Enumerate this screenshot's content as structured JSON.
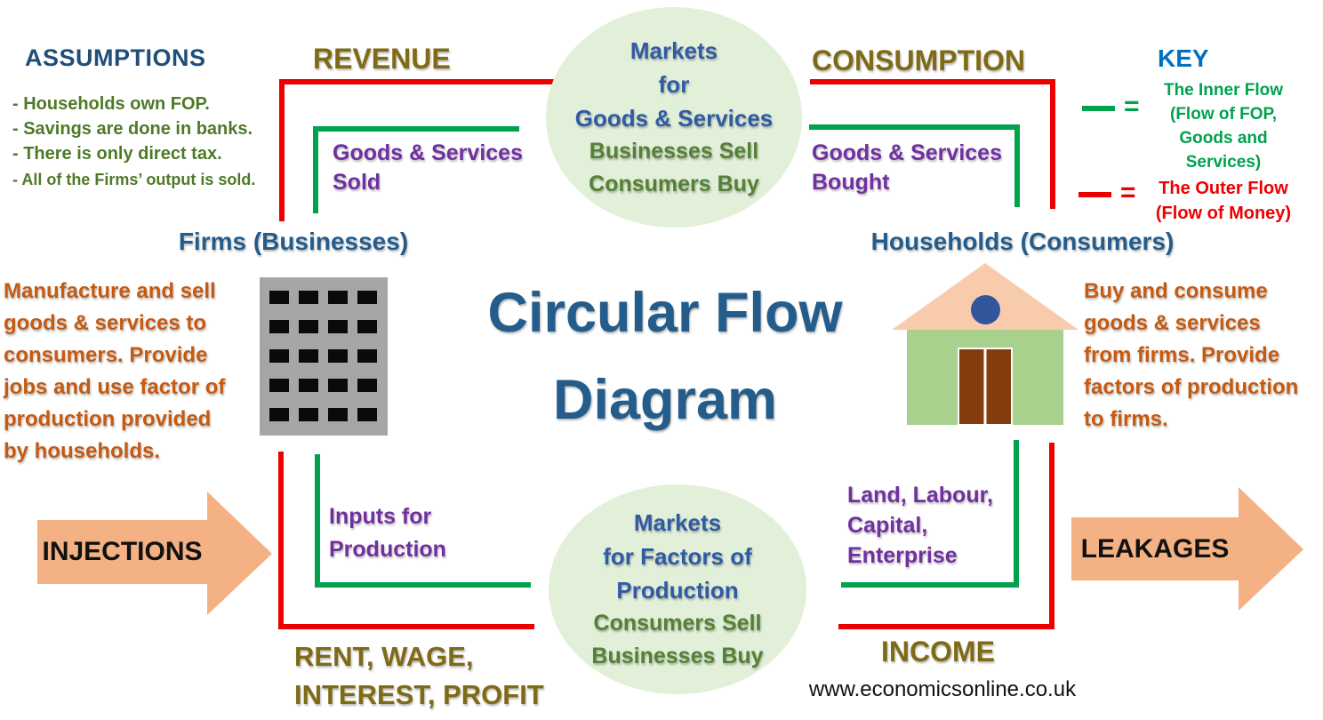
{
  "title": {
    "lines": [
      "Circular Flow",
      "Diagram"
    ]
  },
  "assumptions": {
    "heading": "ASSUMPTIONS",
    "items": [
      "- Households own FOP.",
      "- Savings are done in banks.",
      "- There is only direct tax.",
      "- All of the Firms’ output is sold."
    ]
  },
  "labels": {
    "revenue": "REVENUE",
    "consumption": "CONSUMPTION",
    "income": "INCOME",
    "injections": "INJECTIONS",
    "leakages": "LEAKAGES",
    "rent_lines": [
      "RENT, WAGE,",
      "INTEREST, PROFIT"
    ],
    "goods_sold_lines": [
      "Goods & Services",
      "Sold"
    ],
    "goods_bought_lines": [
      "Goods & Services",
      "Bought"
    ],
    "inputs_lines": [
      "Inputs for",
      "Production"
    ],
    "factors_lines": [
      "Land, Labour,",
      "Capital,",
      "Enterprise"
    ]
  },
  "markets": {
    "goods": {
      "title_lines": [
        "Markets",
        "for",
        "Goods & Services"
      ],
      "subtitle_lines": [
        "Businesses Sell",
        "Consumers Buy"
      ]
    },
    "factors": {
      "title_lines": [
        "Markets",
        "for Factors of",
        "Production"
      ],
      "subtitle_lines": [
        "Consumers Sell",
        "Businesses Buy"
      ]
    }
  },
  "firms": {
    "label": "Firms (Businesses)",
    "description_lines": [
      "Manufacture and sell",
      "goods & services to",
      "consumers. Provide",
      "jobs and use factor of",
      "production provided",
      "by households."
    ]
  },
  "households": {
    "label": "Households (Consumers)",
    "description_lines": [
      "Buy and consume",
      "goods & services",
      "from firms. Provide",
      "factors of production",
      "to firms."
    ]
  },
  "key": {
    "heading": "KEY",
    "equals": "=",
    "inner_lines": [
      "The Inner Flow",
      "(Flow of FOP,",
      "Goods and",
      "Services)"
    ],
    "outer_lines": [
      "The Outer Flow",
      "(Flow of Money)"
    ]
  },
  "footer": {
    "website": "www.economicsonline.co.uk"
  },
  "colors": {
    "outer_flow_red": "#EE0000",
    "inner_flow_green": "#00A24D",
    "money_label_gold": "#7F6A15",
    "real_flow_label_purple": "#7030A0",
    "heading_navy": "#1F4E79",
    "title_blue": "#245C8C",
    "ellipse_text_blue": "#2F5BA5",
    "ellipse_subtitle_green": "#538135",
    "assumption_green": "#4E7A27",
    "description_orange": "#C55A11",
    "market_ellipse_fill": "#E2EFD9",
    "big_arrow_peach": "#F4B183",
    "key_heading_blue": "#0070C0",
    "building_gray": "#A6A6A6",
    "house_roof_peach": "#F8CBAD",
    "house_body_green": "#A9D18E",
    "house_door_brown": "#843C0C"
  }
}
